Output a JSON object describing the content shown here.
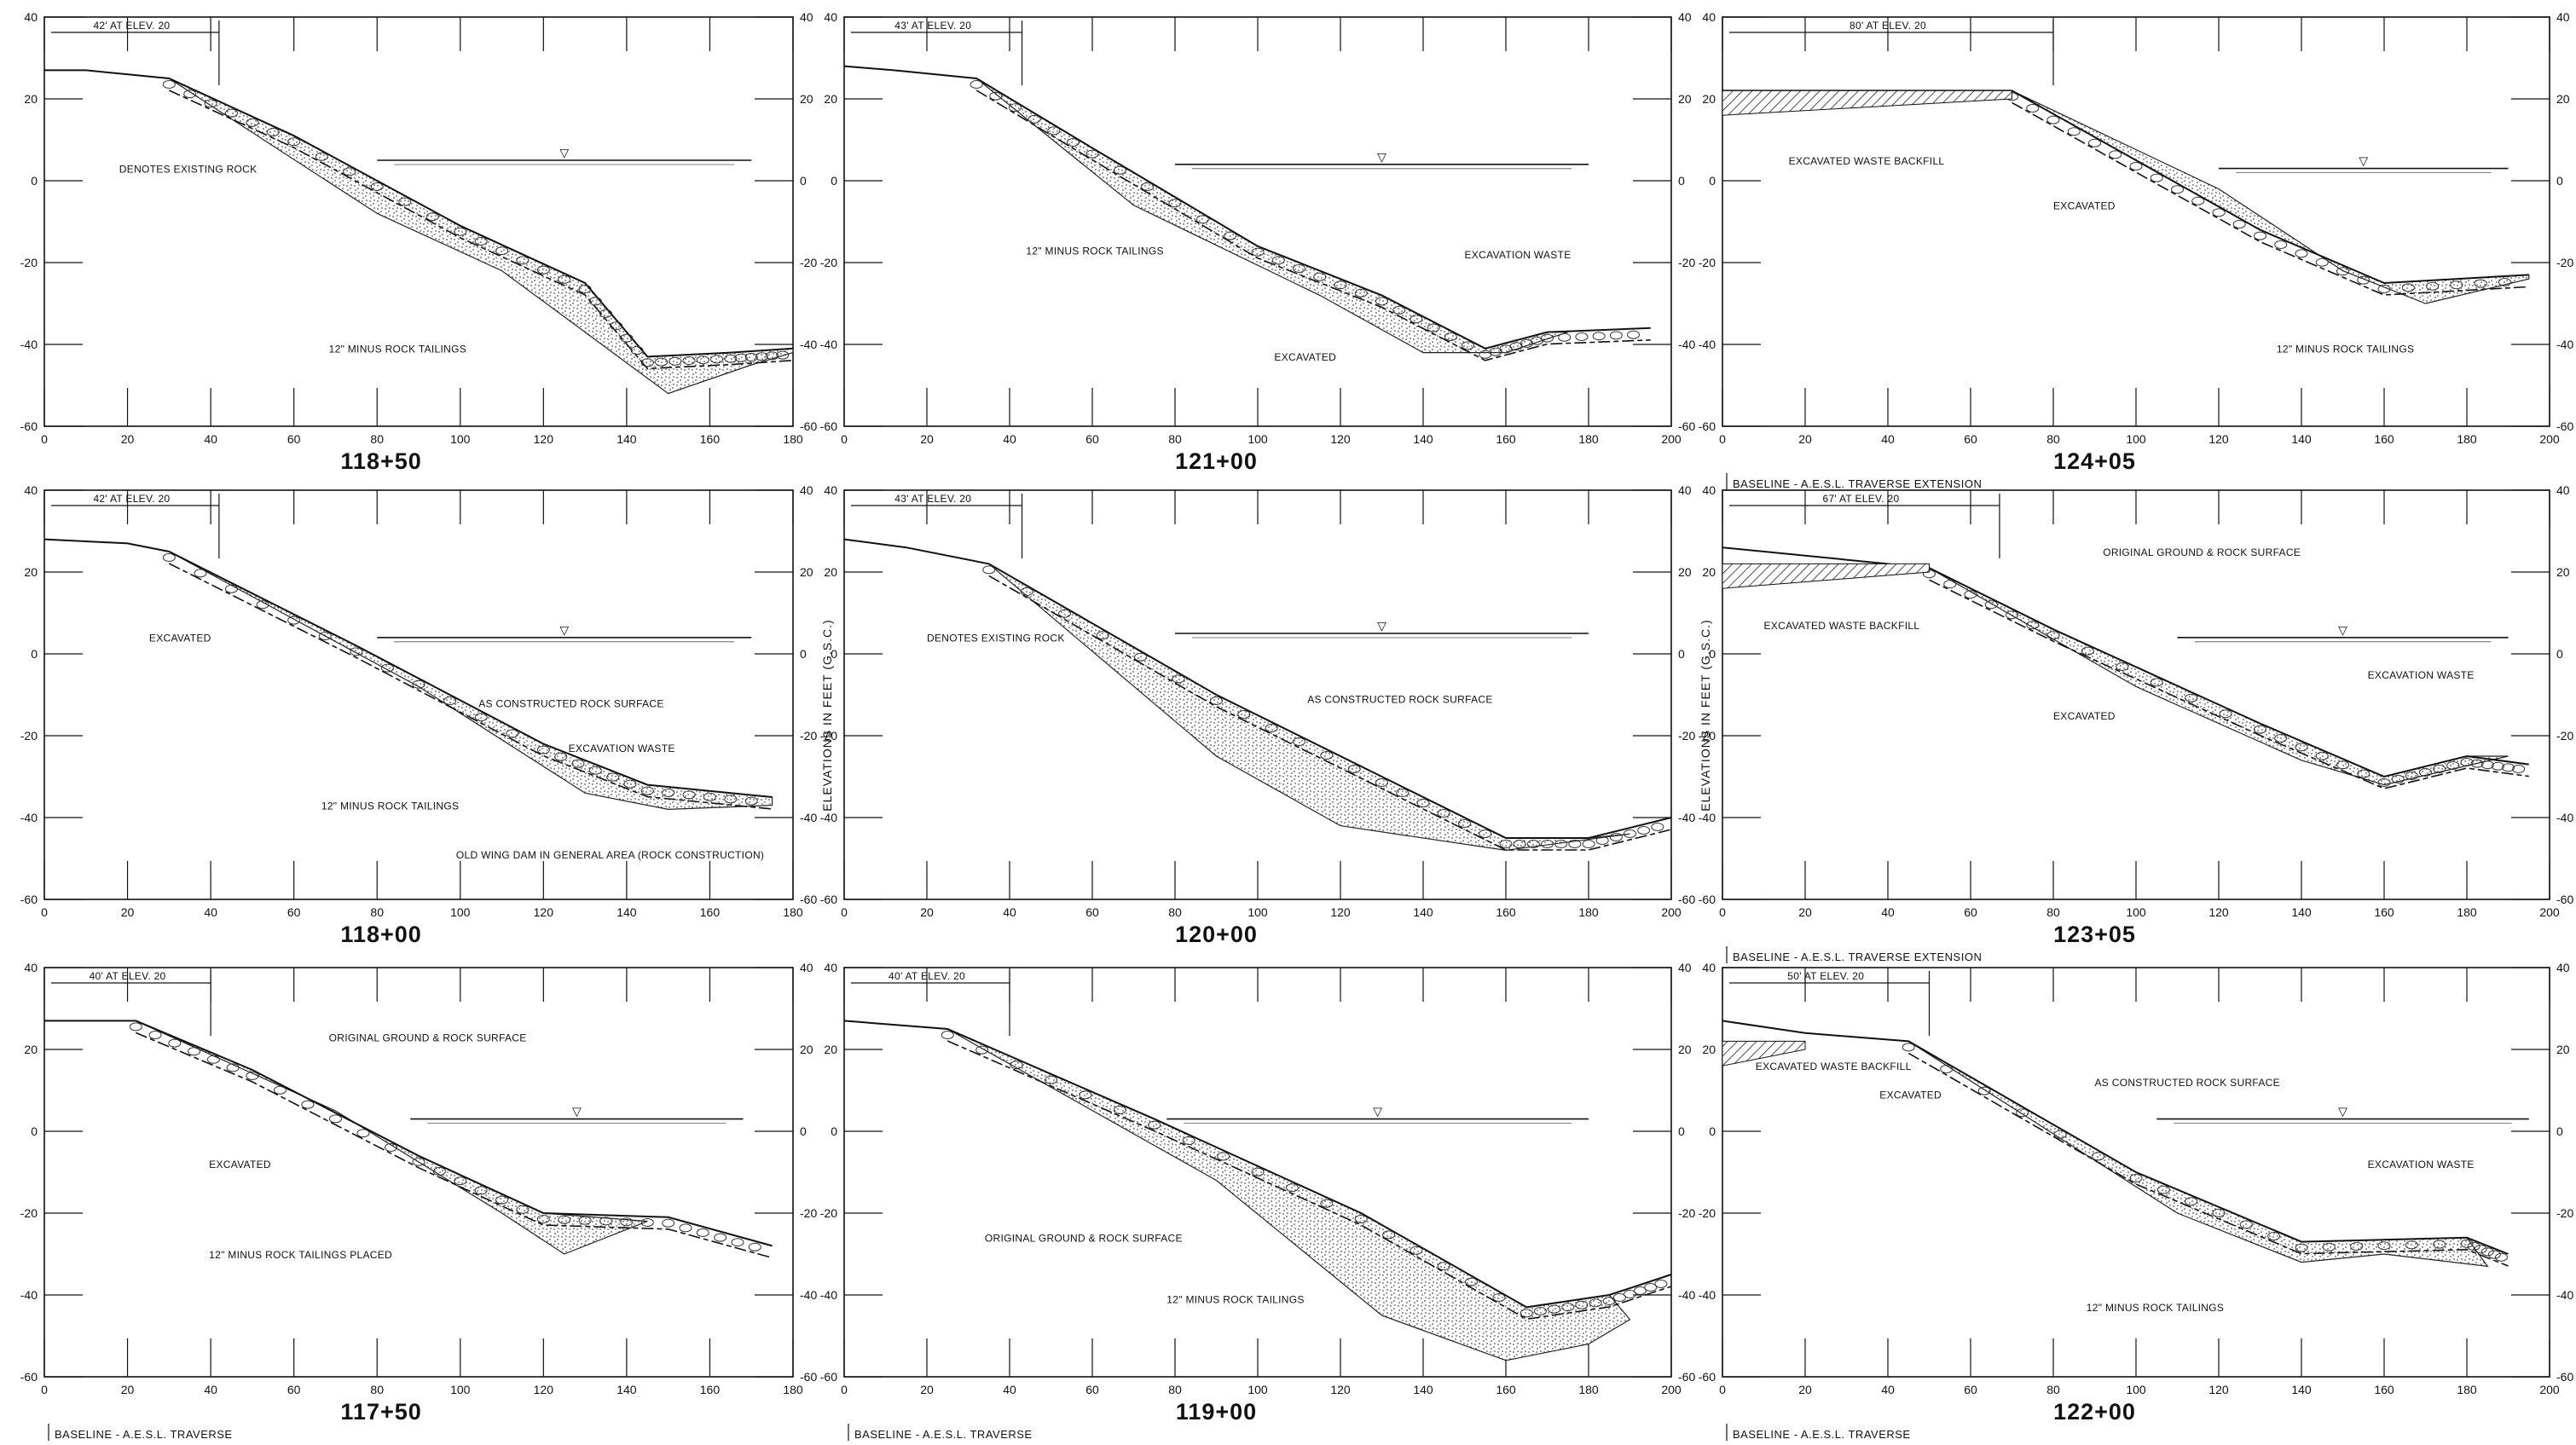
{
  "sheet": {
    "axis_label": "ELEVATIONS IN FEET (G.S.C.)",
    "water_symbol": "▽",
    "elev_ticks": [
      "40",
      "20",
      "0",
      "-20",
      "-40",
      "-60"
    ]
  },
  "panels": [
    {
      "station": "118+50",
      "xmax": 180,
      "xticks": [
        "0",
        "20",
        "40",
        "60",
        "80",
        "100",
        "120",
        "140",
        "160",
        "180"
      ],
      "dim": "42' AT ELEV. 20",
      "baseline": "",
      "labels": [
        "DENOTES EXISTING ROCK",
        "12\" MINUS ROCK TAILINGS"
      ],
      "profile": [
        [
          0,
          27
        ],
        [
          10,
          27
        ],
        [
          30,
          25
        ],
        [
          60,
          11
        ],
        [
          100,
          -11
        ],
        [
          130,
          -25
        ],
        [
          145,
          -43
        ],
        [
          165,
          -42
        ],
        [
          180,
          -41
        ]
      ],
      "bottom": [
        [
          30,
          25
        ],
        [
          80,
          -8
        ],
        [
          110,
          -22
        ],
        [
          150,
          -52
        ],
        [
          170,
          -45
        ],
        [
          180,
          -42
        ]
      ],
      "water": [
        80,
        170,
        5
      ]
    },
    {
      "station": "121+00",
      "xmax": 200,
      "xticks": [
        "0",
        "20",
        "40",
        "60",
        "80",
        "100",
        "120",
        "140",
        "160",
        "180",
        "200"
      ],
      "dim": "43' AT ELEV. 20",
      "baseline": "",
      "labels": [
        "12\" MINUS ROCK TAILINGS",
        "EXCAVATION WASTE",
        "EXCAVATED"
      ],
      "profile": [
        [
          0,
          28
        ],
        [
          12,
          27
        ],
        [
          32,
          25
        ],
        [
          60,
          8
        ],
        [
          100,
          -16
        ],
        [
          130,
          -28
        ],
        [
          155,
          -41
        ],
        [
          170,
          -37
        ],
        [
          195,
          -36
        ]
      ],
      "bottom": [
        [
          32,
          25
        ],
        [
          70,
          -6
        ],
        [
          115,
          -28
        ],
        [
          140,
          -42
        ],
        [
          160,
          -42
        ],
        [
          175,
          -37
        ]
      ],
      "water": [
        80,
        180,
        4
      ]
    },
    {
      "station": "124+05",
      "xmax": 200,
      "xticks": [
        "0",
        "20",
        "40",
        "60",
        "80",
        "100",
        "120",
        "140",
        "160",
        "180",
        "200"
      ],
      "dim": "80' AT ELEV. 20",
      "baseline": "BASELINE - A.E.S.L. TRAVERSE EXTENSION",
      "labels": [
        "EXCAVATED WASTE BACKFILL",
        "EXCAVATED",
        "12\" MINUS ROCK TAILINGS"
      ],
      "profile": [
        [
          0,
          22
        ],
        [
          70,
          22
        ],
        [
          100,
          5
        ],
        [
          130,
          -12
        ],
        [
          160,
          -25
        ],
        [
          195,
          -23
        ]
      ],
      "bottom": [
        [
          70,
          22
        ],
        [
          120,
          -2
        ],
        [
          150,
          -22
        ],
        [
          170,
          -30
        ],
        [
          195,
          -24
        ]
      ],
      "water": [
        120,
        190,
        3
      ]
    },
    {
      "station": "118+00",
      "xmax": 180,
      "xticks": [
        "0",
        "20",
        "40",
        "60",
        "80",
        "100",
        "120",
        "140",
        "160",
        "180"
      ],
      "dim": "42' AT ELEV. 20",
      "baseline": "",
      "labels": [
        "EXCAVATED",
        "AS CONSTRUCTED ROCK SURFACE",
        "EXCAVATION WASTE",
        "12\" MINUS ROCK TAILINGS",
        "OLD WING DAM IN GENERAL AREA (ROCK CONSTRUCTION)"
      ],
      "profile": [
        [
          0,
          28
        ],
        [
          20,
          27
        ],
        [
          30,
          25
        ],
        [
          75,
          2
        ],
        [
          120,
          -22
        ],
        [
          145,
          -32
        ],
        [
          175,
          -35
        ]
      ],
      "bottom": [
        [
          30,
          25
        ],
        [
          90,
          -8
        ],
        [
          130,
          -34
        ],
        [
          150,
          -38
        ],
        [
          175,
          -37
        ]
      ],
      "water": [
        80,
        170,
        4
      ]
    },
    {
      "station": "120+00",
      "xmax": 200,
      "xticks": [
        "0",
        "20",
        "40",
        "60",
        "80",
        "100",
        "120",
        "140",
        "160",
        "180",
        "200"
      ],
      "dim": "43' AT ELEV. 20",
      "baseline": "",
      "labels": [
        "DENOTES EXISTING ROCK",
        "AS CONSTRUCTED ROCK SURFACE"
      ],
      "profile": [
        [
          0,
          28
        ],
        [
          15,
          26
        ],
        [
          35,
          22
        ],
        [
          90,
          -10
        ],
        [
          130,
          -30
        ],
        [
          160,
          -45
        ],
        [
          180,
          -45
        ],
        [
          200,
          -40
        ]
      ],
      "bottom": [
        [
          35,
          22
        ],
        [
          90,
          -25
        ],
        [
          120,
          -42
        ],
        [
          160,
          -48
        ],
        [
          190,
          -44
        ]
      ],
      "water": [
        80,
        180,
        5
      ]
    },
    {
      "station": "123+05",
      "xmax": 200,
      "xticks": [
        "0",
        "20",
        "40",
        "60",
        "80",
        "100",
        "120",
        "140",
        "160",
        "180",
        "200"
      ],
      "dim": "67' AT ELEV. 20",
      "baseline": "BASELINE - A.E.S.L. TRAVERSE EXTENSION",
      "labels": [
        "ORIGINAL GROUND & ROCK SURFACE",
        "EXCAVATED WASTE BACKFILL",
        "EXCAVATED",
        "EXCAVATION WASTE"
      ],
      "profile": [
        [
          0,
          26
        ],
        [
          50,
          21
        ],
        [
          80,
          6
        ],
        [
          130,
          -17
        ],
        [
          160,
          -30
        ],
        [
          180,
          -25
        ],
        [
          195,
          -27
        ]
      ],
      "bottom": [
        [
          50,
          21
        ],
        [
          100,
          -8
        ],
        [
          140,
          -26
        ],
        [
          160,
          -32
        ],
        [
          190,
          -25
        ]
      ],
      "water": [
        110,
        190,
        4
      ]
    },
    {
      "station": "117+50",
      "xmax": 180,
      "xticks": [
        "0",
        "20",
        "40",
        "60",
        "80",
        "100",
        "120",
        "140",
        "160",
        "180"
      ],
      "dim": "40' AT ELEV. 20",
      "baseline": "BASELINE - A.E.S.L. TRAVERSE",
      "labels": [
        "ORIGINAL GROUND & ROCK SURFACE",
        "EXCAVATED",
        "12\" MINUS ROCK TAILINGS PLACED"
      ],
      "profile": [
        [
          0,
          27
        ],
        [
          22,
          27
        ],
        [
          50,
          15
        ],
        [
          90,
          -6
        ],
        [
          120,
          -20
        ],
        [
          150,
          -21
        ],
        [
          175,
          -28
        ]
      ],
      "bottom": [
        [
          22,
          27
        ],
        [
          70,
          5
        ],
        [
          110,
          -20
        ],
        [
          125,
          -30
        ],
        [
          145,
          -22
        ]
      ],
      "water": [
        88,
        168,
        3
      ]
    },
    {
      "station": "119+00",
      "xmax": 200,
      "xticks": [
        "0",
        "20",
        "40",
        "60",
        "80",
        "100",
        "120",
        "140",
        "160",
        "180",
        "200"
      ],
      "dim": "40' AT ELEV. 20",
      "baseline": "BASELINE - A.E.S.L. TRAVERSE",
      "labels": [
        "ORIGINAL GROUND & ROCK SURFACE",
        "12\" MINUS ROCK TAILINGS"
      ],
      "profile": [
        [
          0,
          27
        ],
        [
          25,
          25
        ],
        [
          75,
          3
        ],
        [
          125,
          -20
        ],
        [
          165,
          -43
        ],
        [
          185,
          -40
        ],
        [
          200,
          -35
        ]
      ],
      "bottom": [
        [
          25,
          25
        ],
        [
          90,
          -12
        ],
        [
          130,
          -45
        ],
        [
          160,
          -56
        ],
        [
          180,
          -52
        ],
        [
          190,
          -46
        ]
      ],
      "water": [
        78,
        180,
        3
      ]
    },
    {
      "station": "122+00",
      "xmax": 200,
      "xticks": [
        "0",
        "20",
        "40",
        "60",
        "80",
        "100",
        "120",
        "140",
        "160",
        "180",
        "200"
      ],
      "dim": "50' AT ELEV. 20",
      "baseline": "BASELINE - A.E.S.L. TRAVERSE",
      "labels": [
        "EXCAVATED WASTE BACKFILL",
        "EXCAVATED",
        "AS CONSTRUCTED ROCK SURFACE",
        "EXCAVATION WASTE",
        "12\" MINUS ROCK TAILINGS"
      ],
      "profile": [
        [
          0,
          27
        ],
        [
          20,
          24
        ],
        [
          45,
          22
        ],
        [
          100,
          -10
        ],
        [
          140,
          -27
        ],
        [
          180,
          -26
        ],
        [
          190,
          -30
        ]
      ],
      "bottom": [
        [
          45,
          22
        ],
        [
          110,
          -20
        ],
        [
          140,
          -32
        ],
        [
          160,
          -30
        ],
        [
          185,
          -33
        ]
      ],
      "water": [
        105,
        195,
        3
      ]
    }
  ]
}
